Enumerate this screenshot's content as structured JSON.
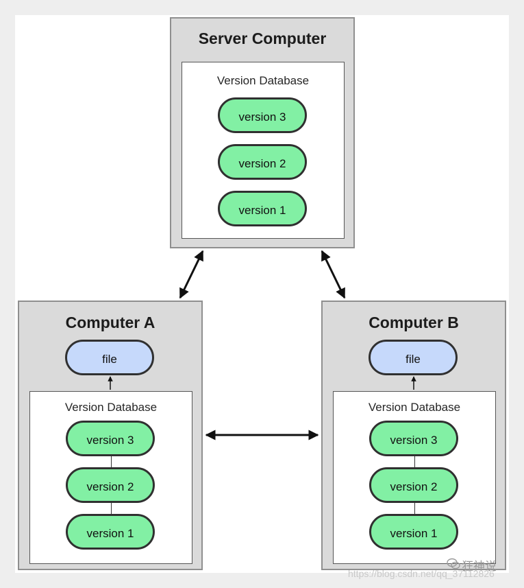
{
  "server": {
    "title": "Server Computer",
    "db_label": "Version Database",
    "versions": [
      "version 3",
      "version 2",
      "version 1"
    ]
  },
  "computer_a": {
    "title": "Computer A",
    "file_label": "file",
    "db_label": "Version Database",
    "versions": [
      "version 3",
      "version 2",
      "version 1"
    ]
  },
  "computer_b": {
    "title": "Computer B",
    "file_label": "file",
    "db_label": "Version Database",
    "versions": [
      "version 3",
      "version 2",
      "version 1"
    ]
  },
  "watermark": {
    "url": "https://blog.csdn.net/qq_37112826",
    "brand": "狂神说",
    "icon": "wechat-icon"
  },
  "colors": {
    "box_fill": "#dadada",
    "version_fill": "#82f0a4",
    "file_fill": "#c6d9fb"
  }
}
